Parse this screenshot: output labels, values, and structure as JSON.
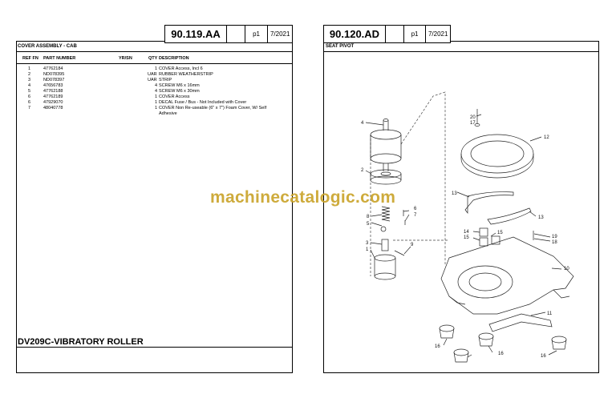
{
  "left_page": {
    "code": "90.119.AA",
    "page": "p1",
    "date": "7/2021",
    "section_title": "COVER ASSEMBLY - CAB",
    "columns": [
      "REF FN",
      "PART NUMBER",
      "YR/SN",
      "QTY",
      "DESCRIPTION"
    ],
    "rows": [
      {
        "ref": "1",
        "part": "47762184",
        "qty": "1",
        "desc": "COVER  Access, Incl 6"
      },
      {
        "ref": "2",
        "part": "ND078395",
        "qty": "UAR",
        "desc": "RUBBER WEATHERSTRIP"
      },
      {
        "ref": "3",
        "part": "ND078397",
        "qty": "UAR",
        "desc": "STRIP"
      },
      {
        "ref": "4",
        "part": "47656783",
        "qty": "4",
        "desc": "SCREW M6 x 16mm"
      },
      {
        "ref": "5",
        "part": "47762188",
        "qty": "4",
        "desc": "SCREW M6 x 30mm"
      },
      {
        "ref": "6",
        "part": "47762189",
        "qty": "1",
        "desc": "COVER  Access"
      },
      {
        "ref": "6",
        "part": "47929070",
        "qty": "1",
        "desc": "DECAL  Fuse / Bus - Not Included with Cover"
      },
      {
        "ref": "7",
        "part": "48040778",
        "qty": "1",
        "desc": "COVER  Non Re-useable (6\" x 7\") Foam Cover, W/ Self",
        "desc2": "Adhesive"
      }
    ],
    "model": "DV209C-VIBRATORY ROLLER"
  },
  "right_page": {
    "code": "90.120.AD",
    "page": "p1",
    "date": "7/2021",
    "section_title": "SEAT PIVOT",
    "callouts": [
      "1",
      "2",
      "3",
      "4",
      "5",
      "6",
      "7",
      "8",
      "9",
      "10",
      "11",
      "12",
      "13",
      "13",
      "14",
      "15",
      "15",
      "16",
      "16",
      "16",
      "17",
      "18",
      "19",
      "20"
    ]
  },
  "watermark": "machinecatalogic.com"
}
